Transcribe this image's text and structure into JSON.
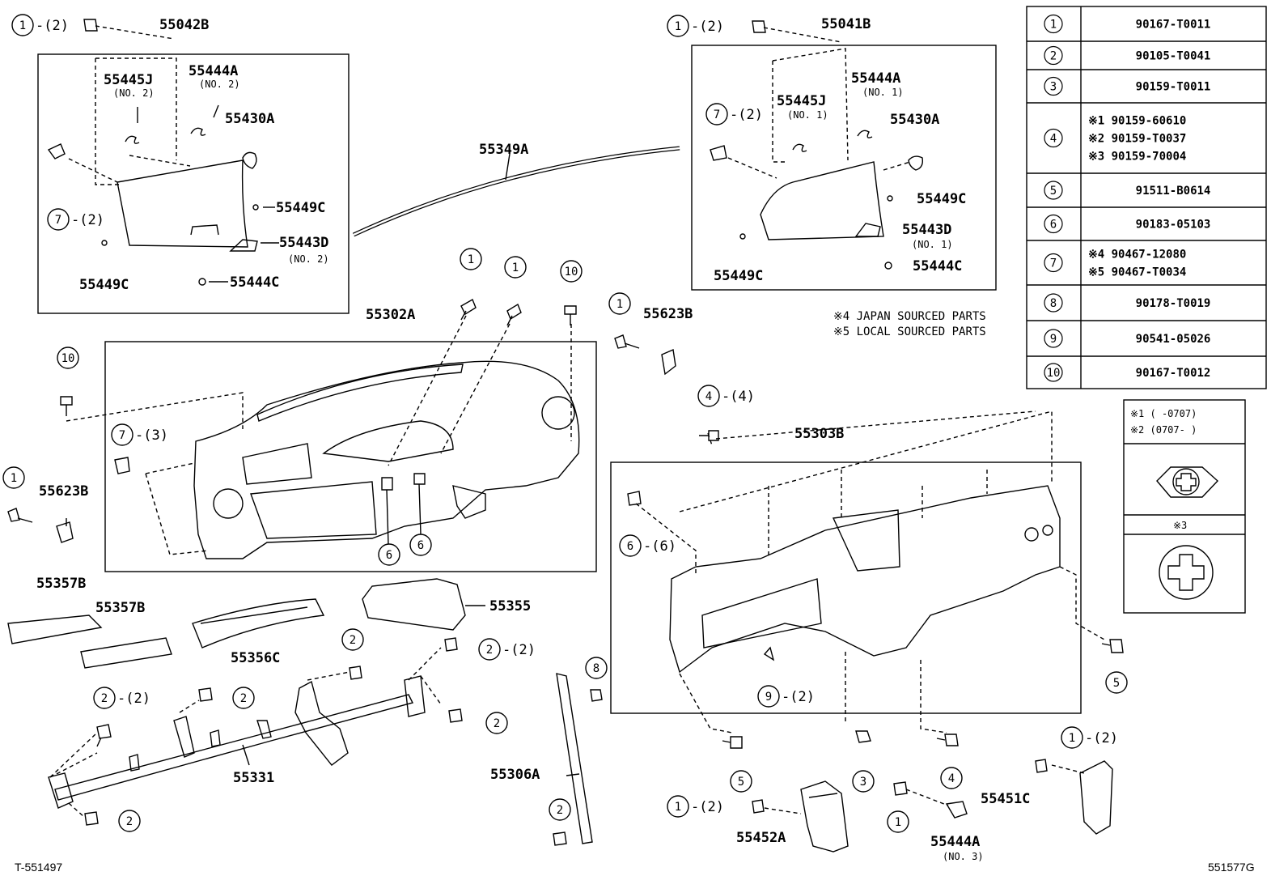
{
  "labels": {
    "p55042B": "55042B",
    "p55445J_l": "55445J",
    "p55445J_l_sub": "(NO. 2)",
    "p55444A_l": "55444A",
    "p55444A_l_sub": "(NO. 2)",
    "p55430A_l": "55430A",
    "p55449C_l1": "55449C",
    "p55443D_l": "55443D",
    "p55443D_l_sub": "(NO. 2)",
    "p55449C_l2": "55449C",
    "p55444C_l": "55444C",
    "p55041B": "55041B",
    "p55444A_r": "55444A",
    "p55444A_r_sub": "(NO. 1)",
    "p55445J_r": "55445J",
    "p55445J_r_sub": "(NO. 1)",
    "p55430A_r": "55430A",
    "p55449C_r1": "55449C",
    "p55443D_r": "55443D",
    "p55443D_r_sub": "(NO. 1)",
    "p55449C_r2": "55449C",
    "p55444C_r": "55444C",
    "p55349A": "55349A",
    "p55302A": "55302A",
    "p55623B_1": "55623B",
    "p55623B_2": "55623B",
    "p55303B": "55303B",
    "p55357B_1": "55357B",
    "p55357B_2": "55357B",
    "p55356C": "55356C",
    "p55355": "55355",
    "p55331": "55331",
    "p55306A": "55306A",
    "p55452A": "55452A",
    "p55444A_3": "55444A",
    "p55444A_3_sub": "(NO. 3)",
    "p55451C": "55451C"
  },
  "callouts": {
    "c1": "1",
    "c2": "2",
    "c3": "3",
    "c4": "4",
    "c5": "5",
    "c6": "6",
    "c7": "7",
    "c8": "8",
    "c9": "9",
    "c10": "10"
  },
  "quantities": {
    "q2": "-(2)",
    "q3": "-(3)",
    "q4": "-(4)",
    "q6": "-(6)"
  },
  "notes": {
    "n4": "※4 JAPAN SOURCED PARTS",
    "n5": "※5 LOCAL SOURCED PARTS"
  },
  "parts_table": [
    {
      "ref": "1",
      "lines": [
        "90167-T0011"
      ]
    },
    {
      "ref": "2",
      "lines": [
        "90105-T0041"
      ]
    },
    {
      "ref": "3",
      "lines": [
        "90159-T0011"
      ]
    },
    {
      "ref": "4",
      "lines": [
        "※1 90159-60610",
        "※2 90159-T0037",
        "※3 90159-70004"
      ]
    },
    {
      "ref": "5",
      "lines": [
        "91511-B0614"
      ]
    },
    {
      "ref": "6",
      "lines": [
        "90183-05103"
      ]
    },
    {
      "ref": "7",
      "lines": [
        "※4 90467-12080",
        "※5 90467-T0034"
      ]
    },
    {
      "ref": "8",
      "lines": [
        "90178-T0019"
      ]
    },
    {
      "ref": "9",
      "lines": [
        "90541-05026"
      ]
    },
    {
      "ref": "10",
      "lines": [
        "90167-T0012"
      ]
    }
  ],
  "screw_legend": {
    "line1": "※1 (      -0707)",
    "line2": "※2 (0707-      )",
    "line3": "※3"
  },
  "footer": {
    "left": "T-551497",
    "right": "551577G"
  }
}
